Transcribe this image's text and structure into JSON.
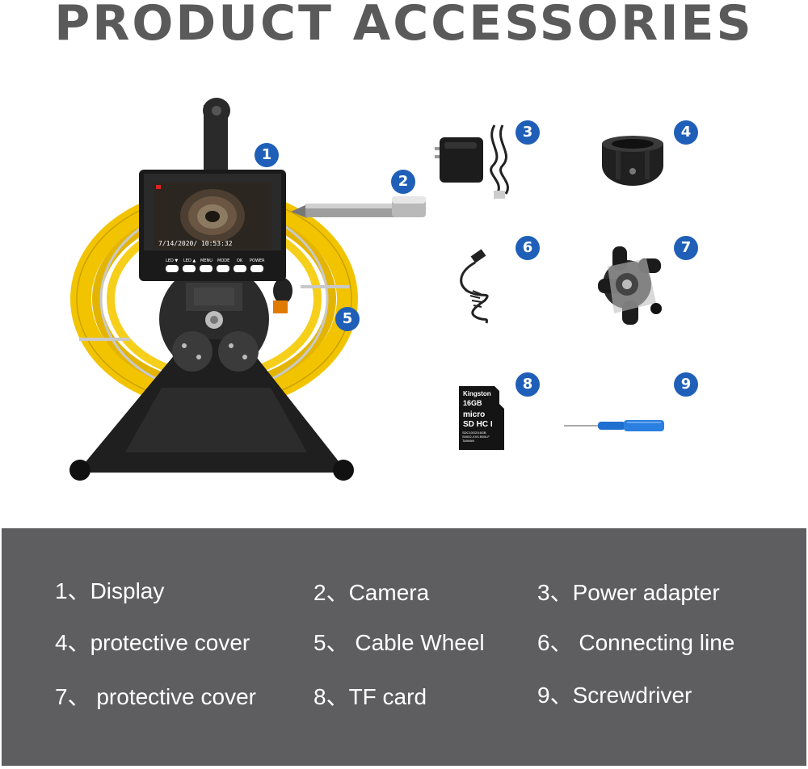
{
  "title": "PRODUCT ACCESSORIES",
  "badges": [
    "1",
    "2",
    "3",
    "4",
    "5",
    "6",
    "7",
    "8",
    "9"
  ],
  "device_screen": {
    "datetime": "7/14/2020/  10:53:32",
    "buttons": [
      "LED ▼",
      "LED ▲",
      "MENU",
      "MODE",
      "OK",
      "POWER"
    ]
  },
  "sd_card": {
    "brand": "Kingston",
    "capacity": "16GB",
    "code_line_1": "SDC10G2/16GB",
    "code_line_2": "S0002-XXX.B00LF",
    "code_line_3": "TAIWAN"
  },
  "legend": [
    "1、Display",
    "2、Camera",
    "3、Power adapter",
    "4、protective cover",
    "5、 Cable Wheel",
    "6、 Connecting line",
    "7、 protective cover",
    "8、TF card",
    "9、Screwdriver"
  ],
  "colors": {
    "badge": "#1f5fb8",
    "panel": "#5e5e60",
    "cable": "#f2c400",
    "title": "#5a5a5a"
  }
}
